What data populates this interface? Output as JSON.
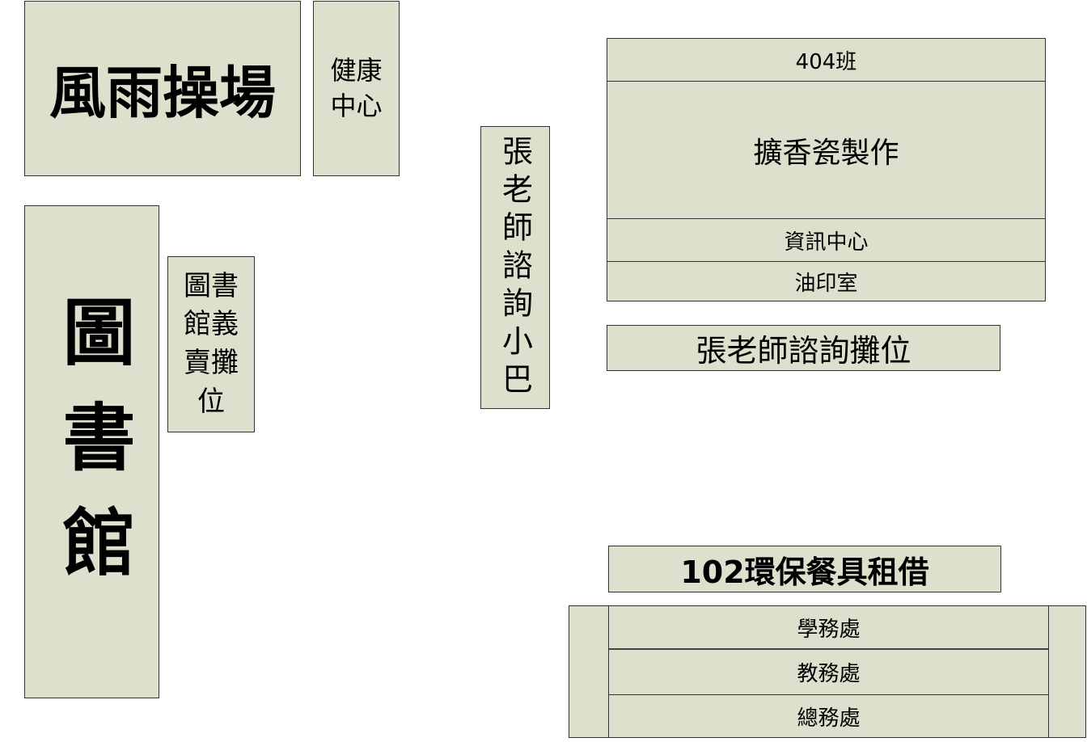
{
  "locations": {
    "rain_playground": "風雨操場",
    "health_center": "健康中心",
    "library": "圖書館",
    "library_charity_booth": "圖書館義賣攤位",
    "counseling_bus": "張老師諮詢小巴",
    "counseling_booth": "張老師諮詢攤位",
    "eco_tableware": "102環保餐具租借"
  },
  "building_east": {
    "rows": [
      "404班",
      "擴香瓷製作",
      "資訊中心",
      "油印室"
    ]
  },
  "offices": {
    "rows": [
      "學務處",
      "教務處",
      "總務處"
    ]
  },
  "colors": {
    "fill": "#dde0cc",
    "border": "#333333"
  }
}
